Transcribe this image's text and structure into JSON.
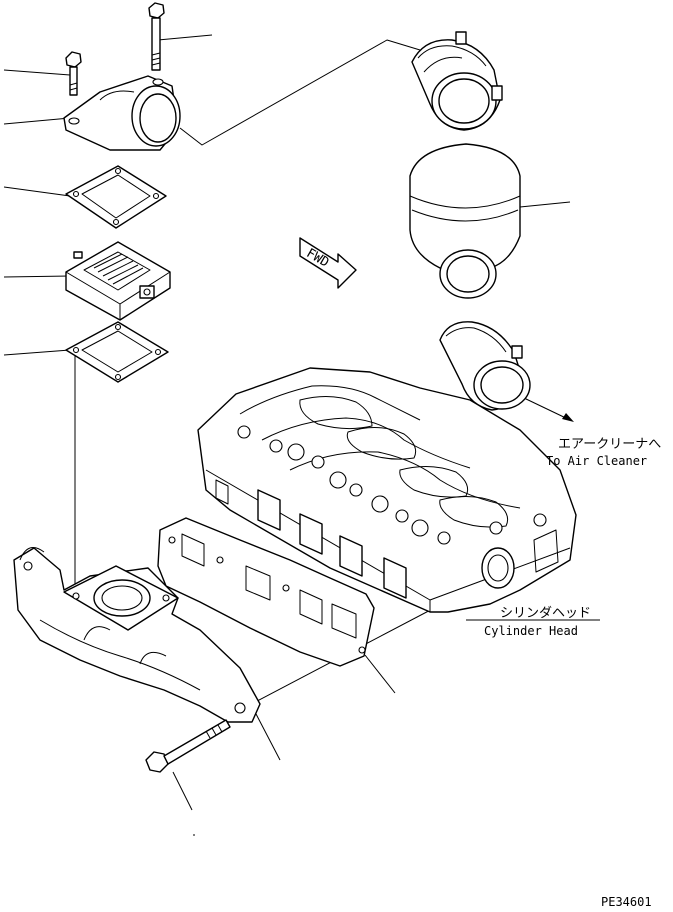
{
  "labels": {
    "air_cleaner_jp": "エアークリーナへ",
    "air_cleaner_en": "To Air Cleaner",
    "cylinder_head_jp": "シリンダヘッド",
    "cylinder_head_en": "Cylinder Head",
    "fwd": "FWD",
    "drawing_code": "PE34601"
  },
  "parts": [
    {
      "name": "long-bolt-icon"
    },
    {
      "name": "short-bolt-icon"
    },
    {
      "name": "elbow-connector-icon"
    },
    {
      "name": "upper-gasket-icon"
    },
    {
      "name": "intake-heater-icon"
    },
    {
      "name": "lower-gasket-icon"
    },
    {
      "name": "upper-hose-icon"
    },
    {
      "name": "bellows-hose-icon"
    },
    {
      "name": "lower-hose-icon"
    },
    {
      "name": "cylinder-head-icon"
    },
    {
      "name": "manifold-gasket-icon"
    },
    {
      "name": "intake-manifold-icon"
    },
    {
      "name": "manifold-bolt-icon"
    }
  ]
}
